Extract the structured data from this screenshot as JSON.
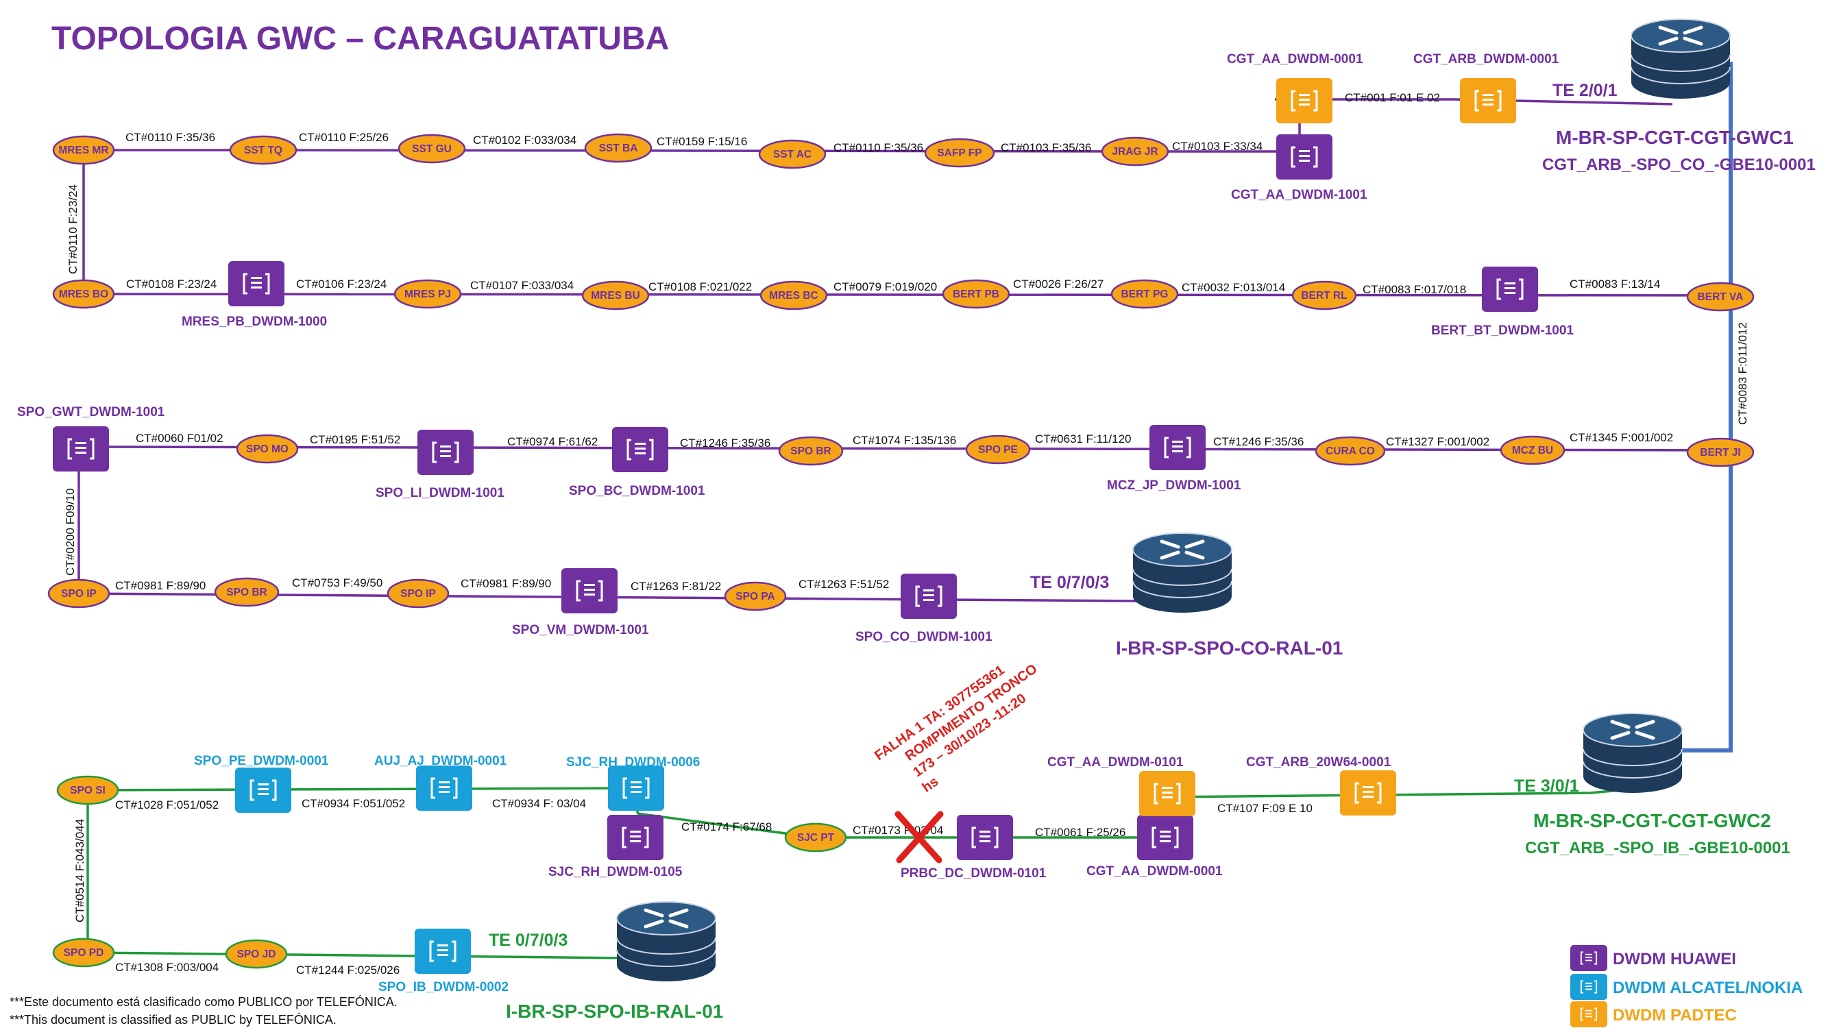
{
  "title": "TOPOLOGIA GWC – CARAGUATATUBA",
  "sites": {
    "mres_mr": "MRES MR",
    "sst_tq": "SST TQ",
    "sst_gu": "SST GU",
    "sst_ba": "SST BA",
    "sst_ac": "SST AC",
    "safp_fp": "SAFP FP",
    "jrag_jr": "JRAG JR",
    "mres_bo": "MRES BO",
    "mres_pj": "MRES PJ",
    "mres_bu": "MRES BU",
    "mres_bc": "MRES BC",
    "bert_pb": "BERT PB",
    "bert_pg": "BERT PG",
    "bert_rl": "BERT RL",
    "bert_va": "BERT VA",
    "spo_mo": "SPO MO",
    "spo_br_1": "SPO BR",
    "spo_pe": "SPO PE",
    "cura_co": "CURA CO",
    "mcz_bu": "MCZ BU",
    "bert_ji": "BERT JI",
    "spo_ip_1": "SPO IP",
    "spo_br_2": "SPO BR",
    "spo_ip_2": "SPO IP",
    "spo_pa": "SPO PA",
    "spo_si": "SPO SI",
    "sjc_pt": "SJC PT",
    "spo_pd": "SPO PD",
    "spo_jd": "SPO JD"
  },
  "devices": {
    "cgt_aa_dwdm_0001": "CGT_AA_DWDM-0001",
    "cgt_arb_dwdm_0001": "CGT_ARB_DWDM-0001",
    "cgt_aa_dwdm_1001": "CGT_AA_DWDM-1001",
    "mres_pb_dwdm_1000": "MRES_PB_DWDM-1000",
    "bert_bt_dwdm_1001": "BERT_BT_DWDM-1001",
    "spo_gwt_dwdm_1001": "SPO_GWT_DWDM-1001",
    "spo_li_dwdm_1001": "SPO_LI_DWDM-1001",
    "spo_bc_dwdm_1001": "SPO_BC_DWDM-1001",
    "mcz_jp_dwdm_1001": "MCZ_JP_DWDM-1001",
    "spo_vm_dwdm_1001": "SPO_VM_DWDM-1001",
    "spo_co_dwdm_1001": "SPO_CO_DWDM-1001",
    "spo_pe_dwdm_0001": "SPO_PE_DWDM-0001",
    "auj_aj_dwdm_0001": "AUJ_AJ_DWDM-0001",
    "sjc_rh_dwdm_0006": "SJC_RH_DWDM-0006",
    "sjc_rh_dwdm_0105": "SJC_RH_DWDM-0105",
    "prbc_dc_dwdm_0101": "PRBC_DC_DWDM-0101",
    "cgt_aa_dwdm_0101": "CGT_AA_DWDM-0101",
    "cgt_arb_20w64_0001": "CGT_ARB_20W64-0001",
    "cgt_aa_dwdm_0001_b": "CGT_AA_DWDM-0001",
    "spo_ib_dwdm_0002": "SPO_IB_DWDM-0002"
  },
  "routers": {
    "gwc1_name": "M-BR-SP-CGT-CGT-GWC1",
    "gwc1_circuit": "CGT_ARB_-SPO_CO_-GBE10-0001",
    "gwc1_te": "TE 2/0/1",
    "gwc2_name": "M-BR-SP-CGT-CGT-GWC2",
    "gwc2_circuit": "CGT_ARB_-SPO_IB_-GBE10-0001",
    "gwc2_te": "TE 3/0/1",
    "spo_co_ral_name": "I-BR-SP-SPO-CO-RAL-01",
    "spo_co_ral_te": "TE 0/7/0/3",
    "spo_ib_ral_name": "I-BR-SP-SPO-IB-RAL-01",
    "spo_ib_ral_te": "TE 0/7/0/3"
  },
  "links": {
    "l01": "CT#0110 F:35/36",
    "l02": "CT#0110 F:25/26",
    "l03": "CT#0102 F:033/034",
    "l04": "CT#0159 F:15/16",
    "l05": "CT#0110 F:35/36",
    "l06": "CT#0103 F:35/36",
    "l07": "CT#0103 F:33/34",
    "l08": "CT#001 F:01 E 02",
    "l09": "CT#0110 F:23/24",
    "l10": "CT#0108 F:23/24",
    "l11": "CT#0106 F:23/24",
    "l12": "CT#0107 F:033/034",
    "l13": "CT#0108 F:021/022",
    "l14": "CT#0079 F:019/020",
    "l15": "CT#0026 F:26/27",
    "l16": "CT#0032 F:013/014",
    "l17": "CT#0083 F:017/018",
    "l18": "CT#0083 F:13/14",
    "l19": "CT#0083 F:011/012",
    "l20": "CT#0060 F01/02",
    "l21": "CT#0195 F:51/52",
    "l22": "CT#0974 F:61/62",
    "l23": "CT#1246 F:35/36",
    "l24": "CT#1074 F:135/136",
    "l25": "CT#0631 F:11/120",
    "l26": "CT#1246 F:35/36",
    "l27": "CT#1327 F:001/002",
    "l28": "CT#1345 F:001/002",
    "l29": "CT#0200 F09/10",
    "l30": "CT#0981 F:89/90",
    "l31": "CT#0753 F:49/50",
    "l32": "CT#0981 F:89/90",
    "l33": "CT#1263 F:81/22",
    "l34": "CT#1263 F:51/52",
    "l35": "CT#1028 F:051/052",
    "l36": "CT#0934 F:051/052",
    "l37": "CT#0934 F: 03/04",
    "l38": "CT#0174 F:67/68",
    "l39": "CT#0173 F:03/04",
    "l40": "CT#0061 F:25/26",
    "l41": "CT#107 F:09 E 10",
    "l42": "CT#0514 F:043/044",
    "l43": "CT#1308 F:003/004",
    "l44": "CT#1244 F:025/026"
  },
  "failure": {
    "line1": "FALHA 1 TA: 307755361",
    "line2": "ROMPIMENTO TRONCO",
    "line3": "173 – 30/10/23 -11:20",
    "line4": "hs"
  },
  "legend": {
    "huawei": "DWDM HUAWEI",
    "alcatel": "DWDM ALCATEL/NOKIA",
    "padtec": "DWDM PADTEC"
  },
  "notes": {
    "es": "***Este documento está clasificado como PUBLICO por TELEFÓNICA.",
    "en": "***This document is classified as PUBLIC by TELEFÓNICA."
  },
  "colors": {
    "purple": "#7030a0",
    "green": "#1f9a3a",
    "cyan": "#1aa0d8",
    "orange": "#f5a418",
    "blue": "#4472c4",
    "site_fill": "#f5a418",
    "router_navy": "#1f3b5c",
    "failure_red": "#e0201c"
  }
}
